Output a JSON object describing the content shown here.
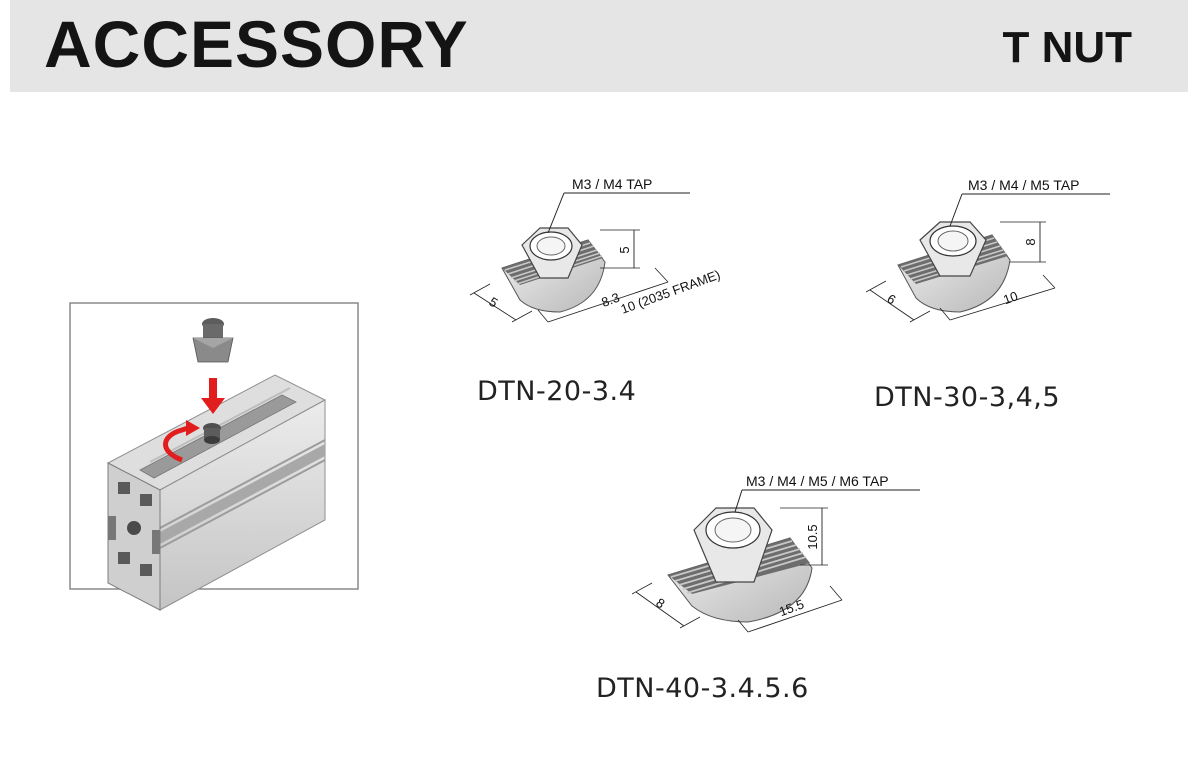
{
  "header": {
    "title": "ACCESSORY",
    "subtitle": "T NUT"
  },
  "nuts": [
    {
      "model": "DTN-20-3.4",
      "tap": "M3 / M4 TAP",
      "width": "5",
      "height": "5",
      "length": "8.3",
      "length_note": "10 (2035 FRAME)"
    },
    {
      "model": "DTN-30-3,4,5",
      "tap": "M3 / M4 / M5 TAP",
      "width": "6",
      "height": "8",
      "length": "10"
    },
    {
      "model": "DTN-40-3.4.5.6",
      "tap": "M3 / M4 / M5 / M6 TAP",
      "width": "8",
      "height": "10.5",
      "length": "15.5"
    }
  ],
  "colors": {
    "header_bg": "#e5e5e5",
    "arrow_red": "#e21d1d",
    "profile_gray": "#c8c8c8"
  }
}
